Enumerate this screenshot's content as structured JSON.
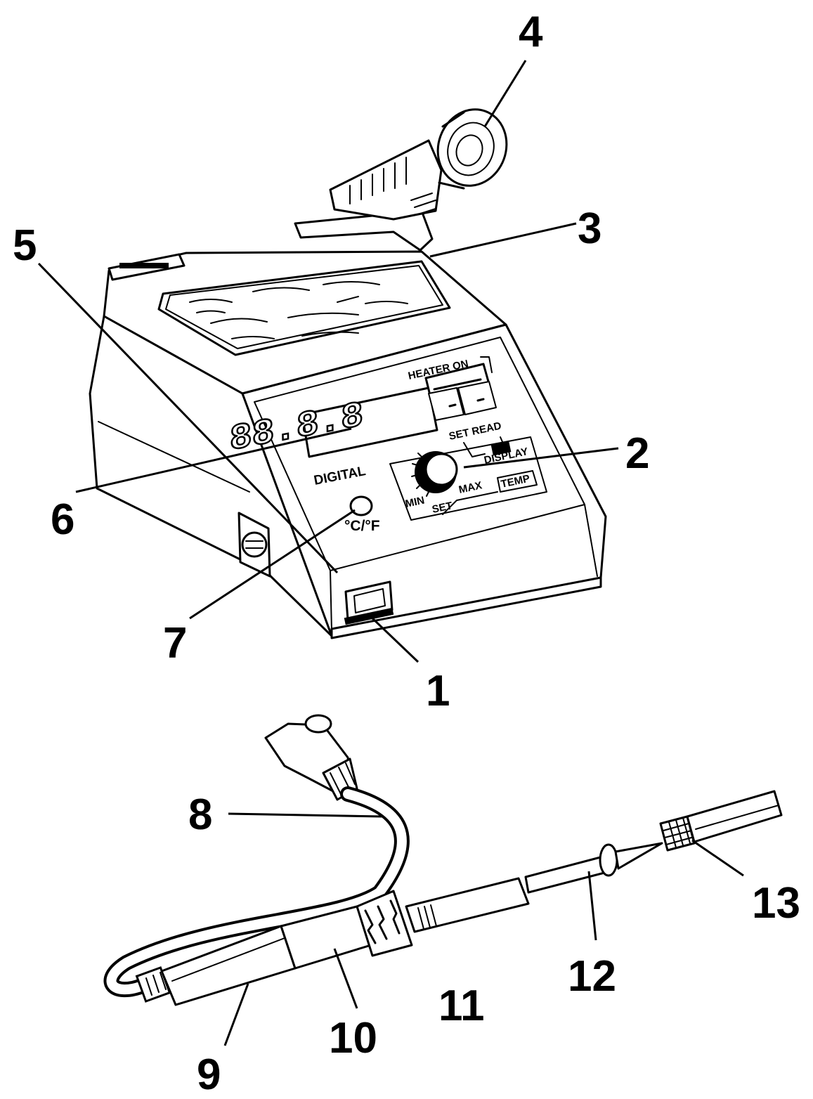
{
  "callouts": [
    "1",
    "2",
    "3",
    "4",
    "5",
    "6",
    "7",
    "8",
    "9",
    "10",
    "11",
    "12",
    "13"
  ],
  "panel": {
    "display_digits": "88.8.8",
    "brand": "DIGITAL",
    "unit_switch": "°C/°F",
    "heater_on": "HEATER ON",
    "set_read": "SET READ",
    "display": "DISPLAY",
    "temp": "TEMP",
    "min": "MIN",
    "set": "SET",
    "max": "MAX"
  }
}
